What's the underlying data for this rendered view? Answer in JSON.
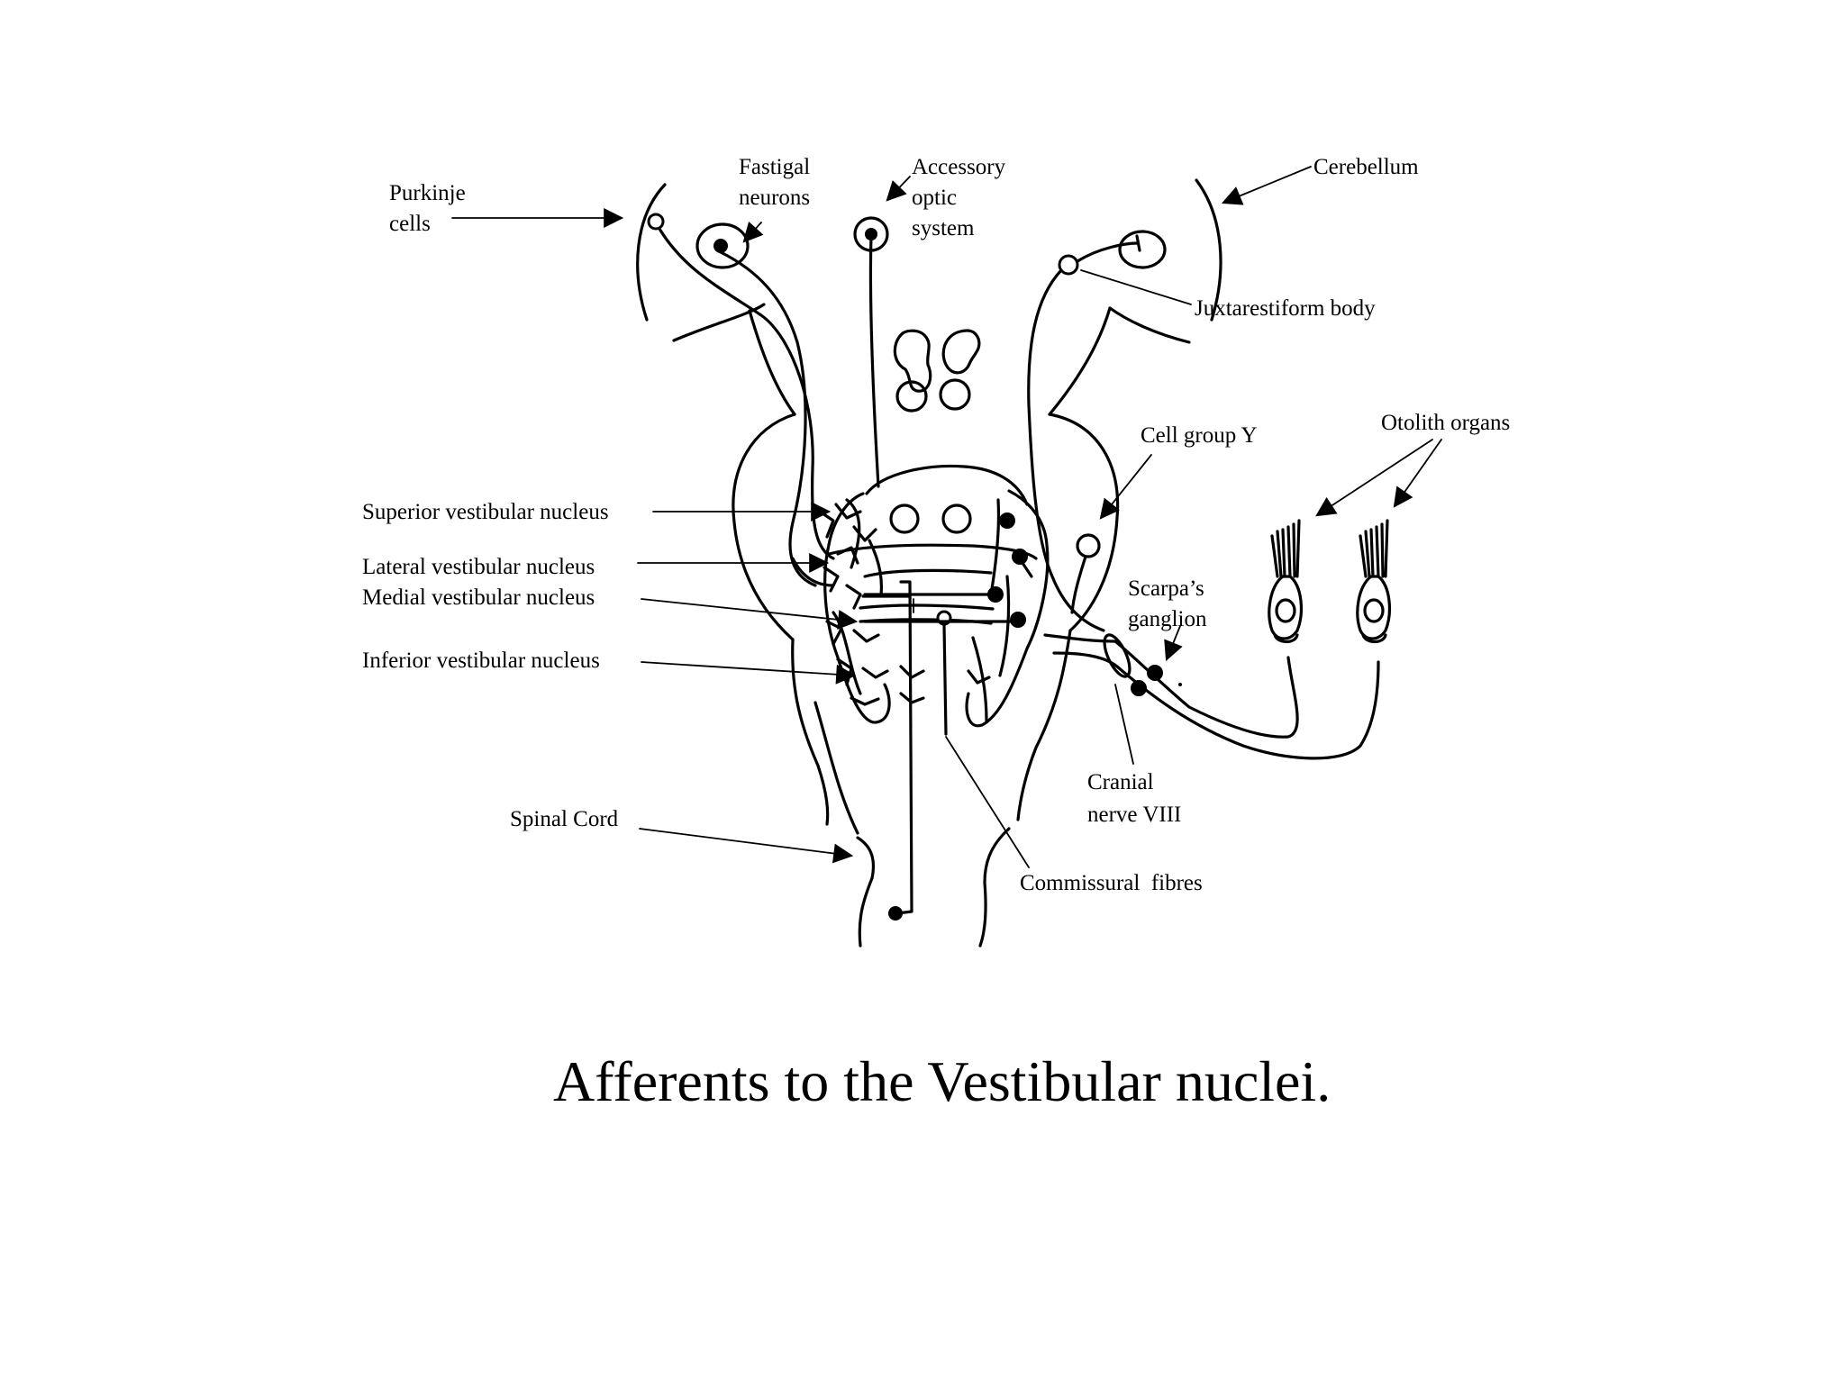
{
  "labels": {
    "purkinje": [
      "Purkinje",
      "cells"
    ],
    "fastigal": [
      "Fastigal",
      "neurons"
    ],
    "accessory": [
      "Accessory",
      "optic",
      "system"
    ],
    "cerebellum": "Cerebellum",
    "juxtarestiform": "Juxtarestiform body",
    "cell_group_y": "Cell group Y",
    "otolith": "Otolith organs",
    "superior": "Superior vestibular nucleus",
    "lateral": "Lateral vestibular nucleus",
    "medial": "Medial vestibular nucleus",
    "inferior": "Inferior vestibular nucleus",
    "scarpa": [
      "Scarpa’s",
      "ganglion"
    ],
    "cranial": [
      "Cranial",
      "nerve VIII"
    ],
    "spinal_cord": "Spinal Cord",
    "commissural": "Commissural  fibres"
  },
  "caption": "Afferents to the Vestibular nuclei."
}
